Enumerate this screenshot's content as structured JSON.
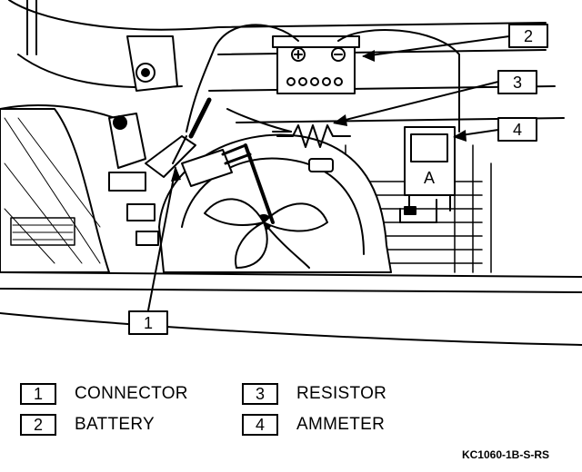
{
  "figure": {
    "callouts": [
      {
        "num": "1"
      },
      {
        "num": "2"
      },
      {
        "num": "3"
      },
      {
        "num": "4"
      }
    ],
    "ammeter_symbol": "A",
    "legend": [
      {
        "num": "1",
        "label": "CONNECTOR"
      },
      {
        "num": "2",
        "label": "BATTERY"
      },
      {
        "num": "3",
        "label": "RESISTOR"
      },
      {
        "num": "4",
        "label": "AMMETER"
      }
    ],
    "figure_id": "KC1060-1B-S-RS"
  }
}
